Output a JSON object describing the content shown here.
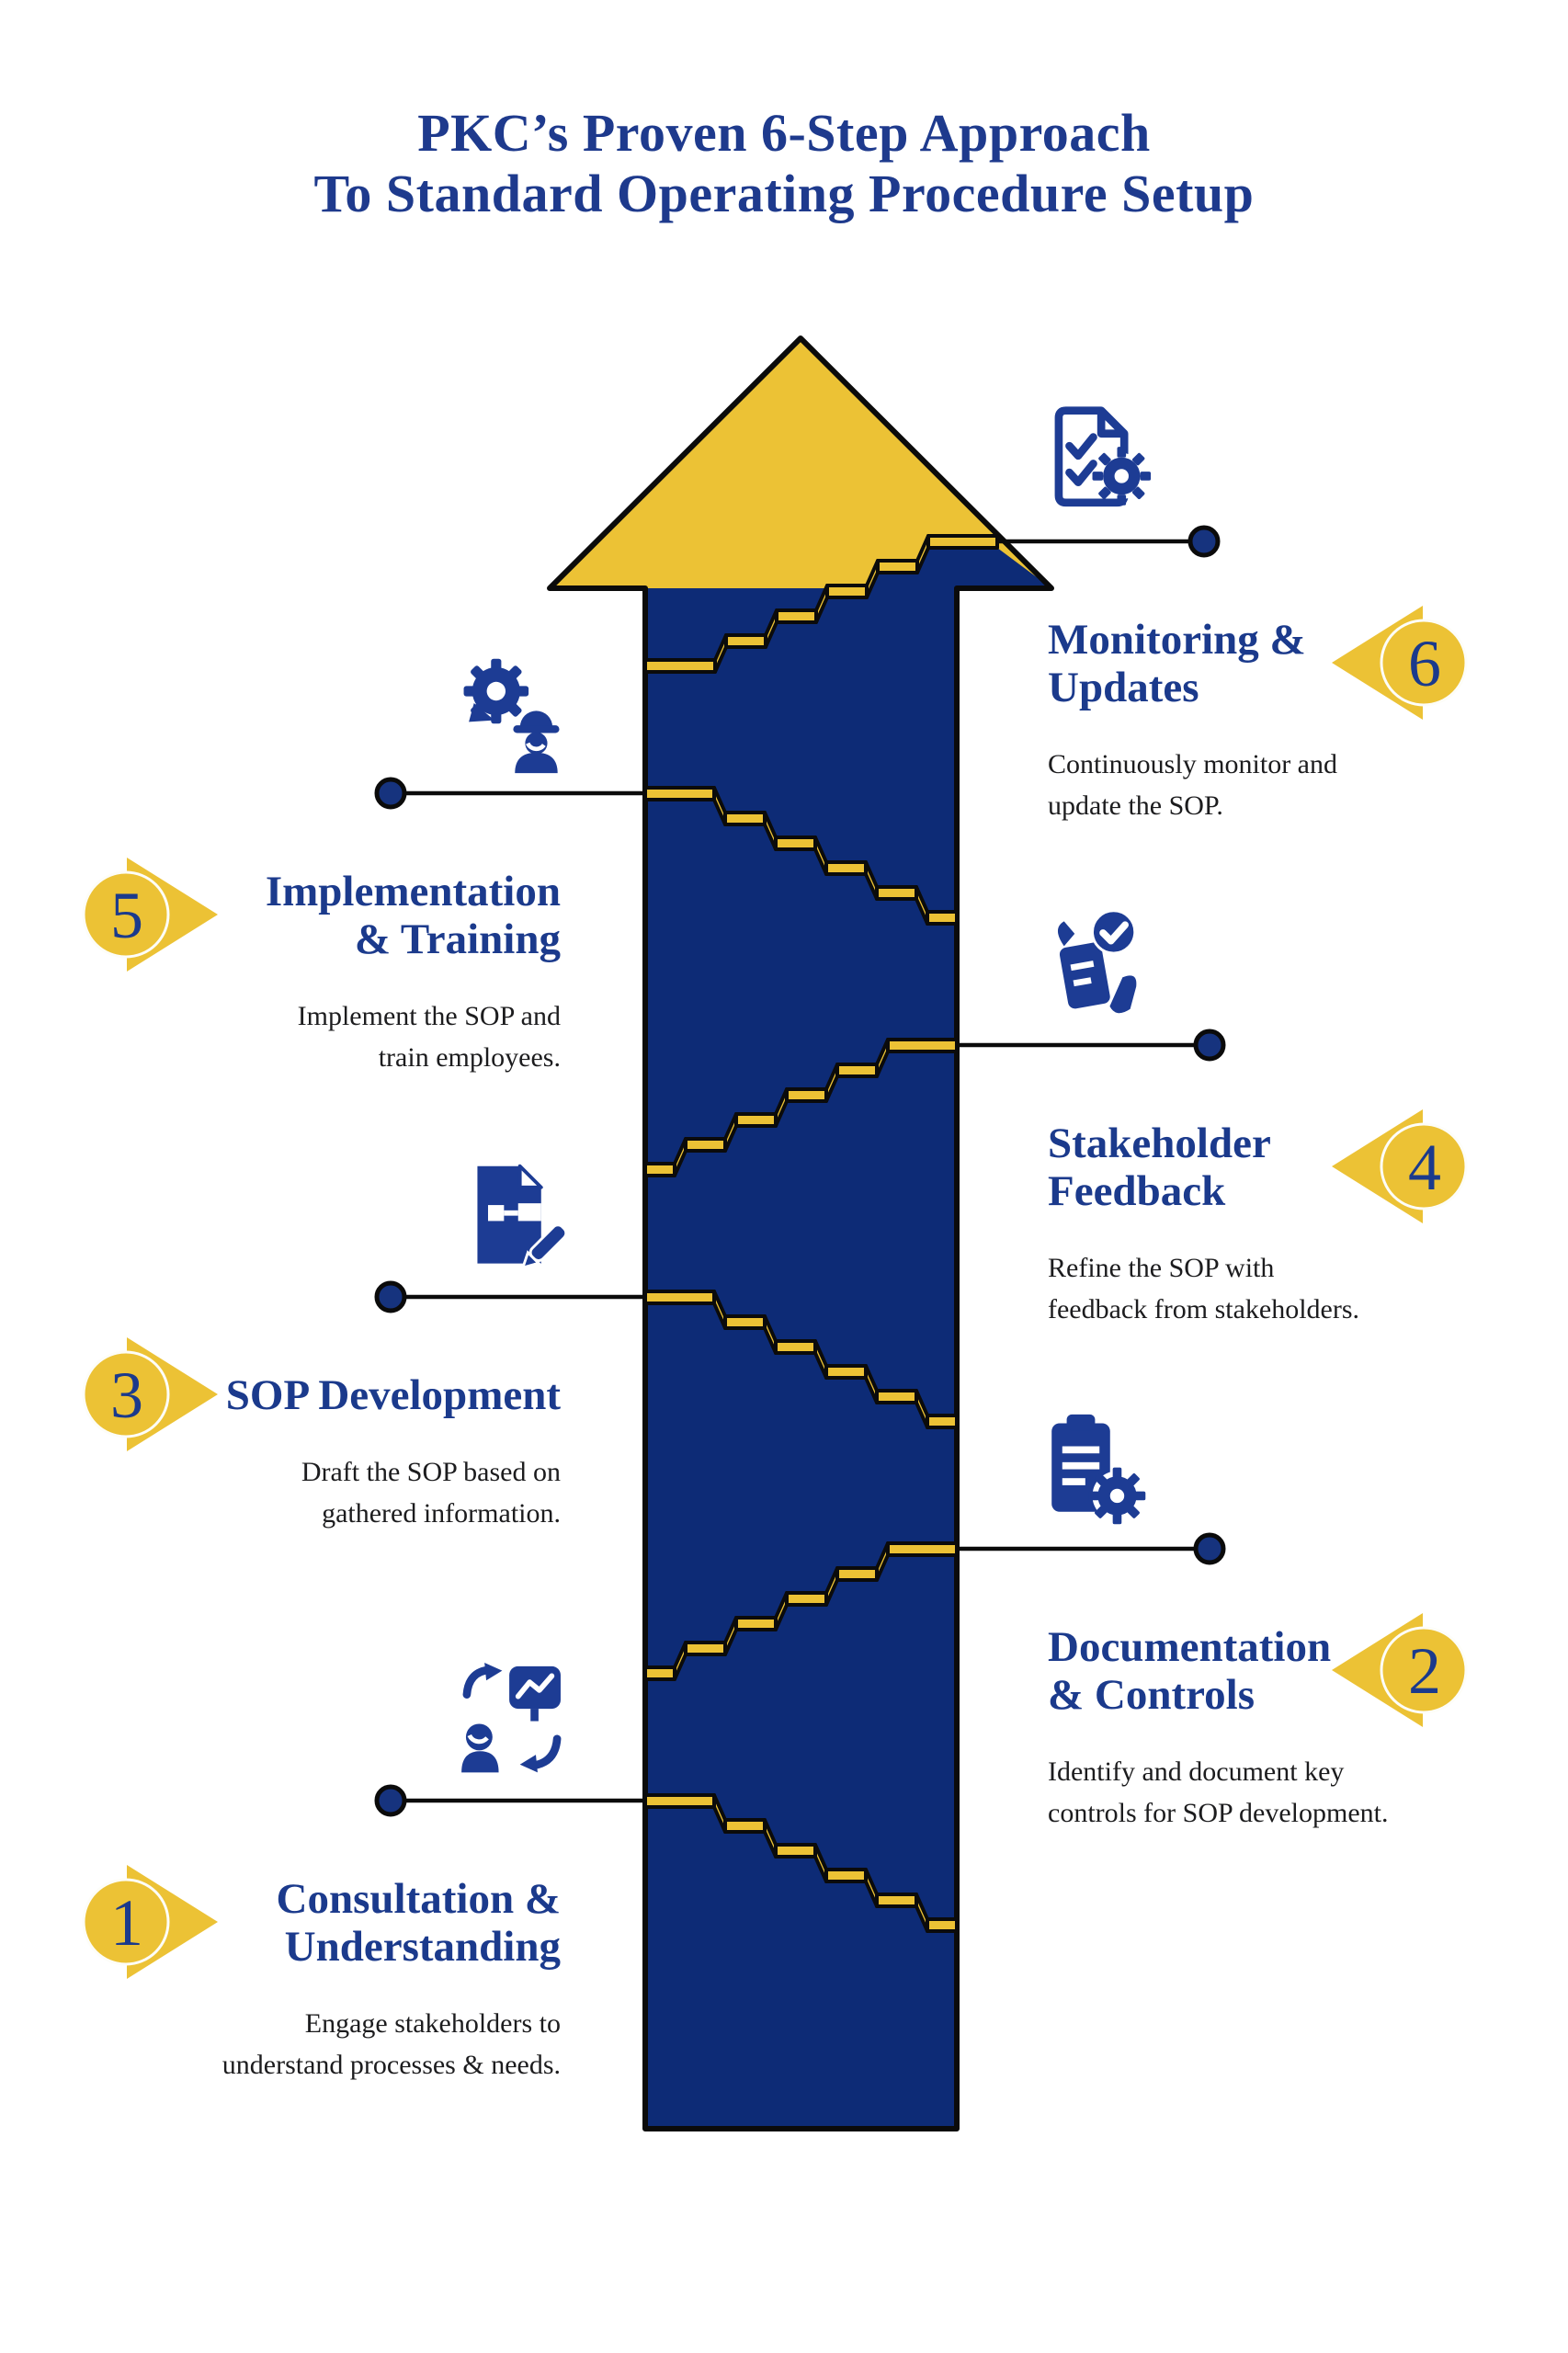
{
  "main_title": {
    "line1": "PKC’s Proven 6-Step Approach",
    "line2": "To Standard Operating Procedure Setup"
  },
  "colors": {
    "arrow_navy": "#0d2b76",
    "arrow_yellow": "#ecc235",
    "heading_blue": "#1b3a8c",
    "icon_blue": "#1d3c94",
    "text_dark": "#1c1c1e",
    "line_black": "#0b0b0b",
    "dot_navy": "#16337e",
    "badge_yellow": "#ecc235",
    "badge_ring_white": "#fdfdf8"
  },
  "steps": [
    {
      "number": "1",
      "side": "left",
      "title_lines": [
        "Consultation &",
        "Understanding"
      ],
      "description_lines": [
        "Engage stakeholders to",
        "understand processes & needs."
      ],
      "icon": "consultation-exchange-icon"
    },
    {
      "number": "2",
      "side": "right",
      "title_lines": [
        "Documentation",
        "& Controls"
      ],
      "description_lines": [
        "Identify and document key",
        "controls for SOP development."
      ],
      "icon": "clipboard-gear-icon"
    },
    {
      "number": "3",
      "side": "left",
      "title_lines": [
        "SOP Development"
      ],
      "description_lines": [
        "Draft the SOP based on",
        "gathered information."
      ],
      "icon": "document-edit-icon"
    },
    {
      "number": "4",
      "side": "right",
      "title_lines": [
        "Stakeholder",
        "Feedback"
      ],
      "description_lines": [
        "Refine the SOP with",
        "feedback from stakeholders."
      ],
      "icon": "feedback-approval-icon"
    },
    {
      "number": "5",
      "side": "left",
      "title_lines": [
        "Implementation",
        "& Training"
      ],
      "description_lines": [
        "Implement the SOP and",
        "train employees."
      ],
      "icon": "gear-worker-icon"
    },
    {
      "number": "6",
      "side": "right",
      "title_lines": [
        "Monitoring &",
        "Updates"
      ],
      "description_lines": [
        "Continuously monitor and",
        "update the SOP."
      ],
      "icon": "checklist-gear-icon"
    }
  ]
}
